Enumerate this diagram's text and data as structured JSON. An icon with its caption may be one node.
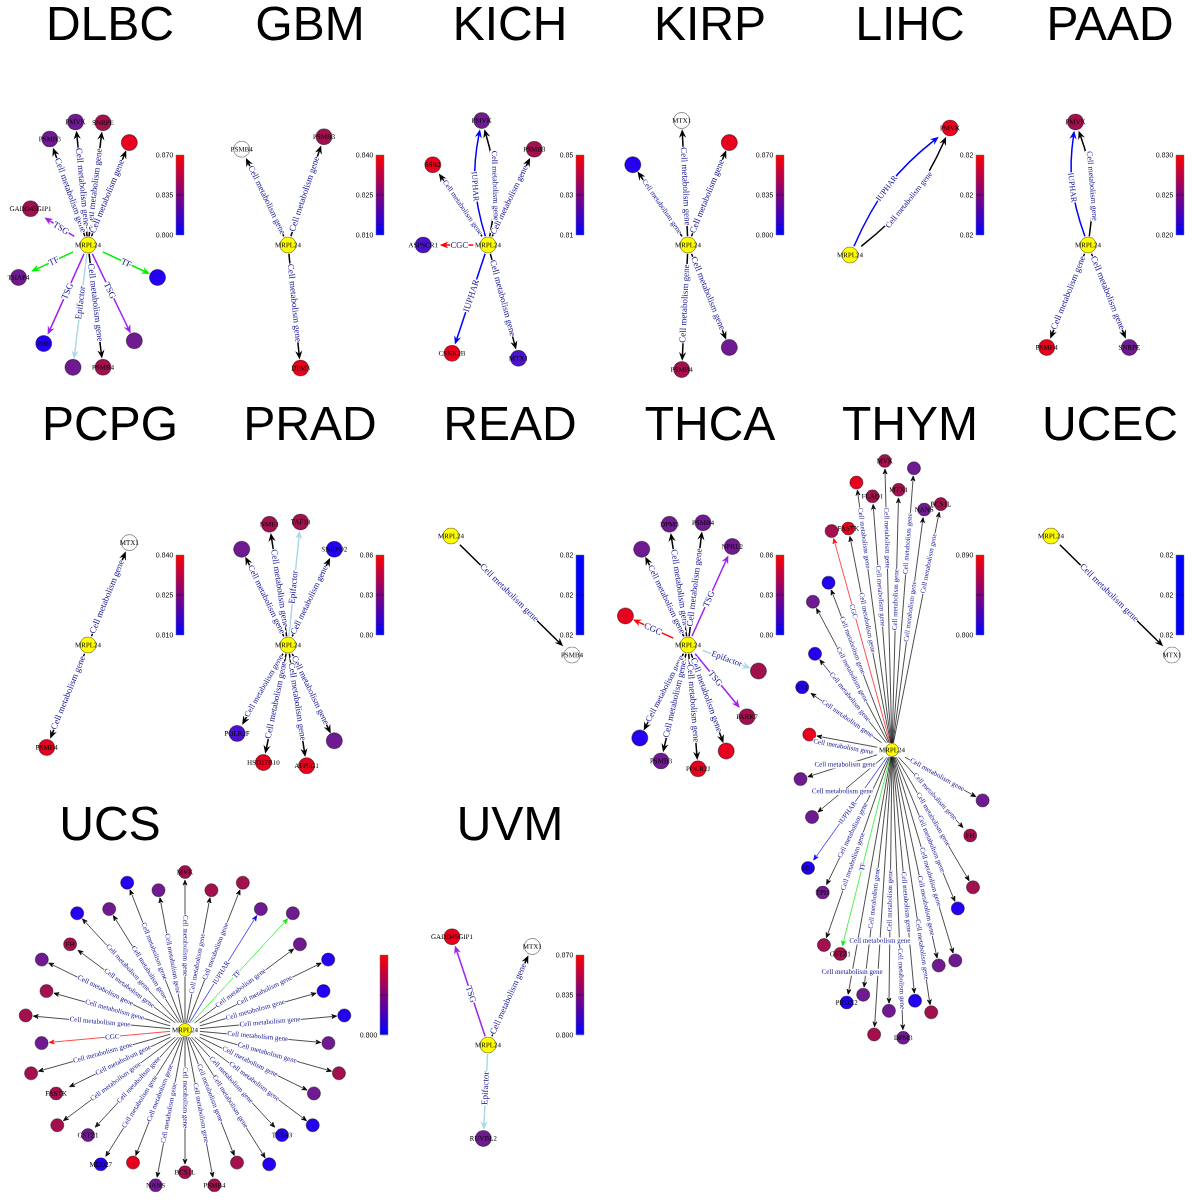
{
  "diagram": {
    "nodes": [
      {
        "text": [
          "MRPL24"
        ]
      },
      {
        "text": [
          "PSMB3"
        ]
      },
      {
        "text": [
          "SNRPE"
        ]
      },
      {
        "text": [
          "PMVK"
        ]
      },
      {
        "text": [],
        "shape": "circle"
      },
      {
        "text": [
          "GADD45GIP1"
        ]
      },
      {
        "text": [],
        "shape": "circle"
      },
      {
        "text": [
          "THAP4"
        ]
      },
      {
        "text": [],
        "shape": "circle"
      },
      {
        "text": [],
        "shape": "circle"
      },
      {
        "text": [
          "PHB"
        ]
      },
      {
        "text": [
          "PSMB4"
        ]
      },
      {
        "text": [
          "MRPL24"
        ]
      },
      {
        "text": [
          "PSMB3"
        ]
      },
      {
        "text": [
          "PSMB4"
        ]
      },
      {
        "text": [
          "DPM3"
        ]
      },
      {
        "text": [
          "MRPL24"
        ]
      },
      {
        "text": [
          "SSR2"
        ]
      },
      {
        "text": [
          "PSMB3"
        ]
      },
      {
        "text": [
          "PMVK"
        ]
      },
      {
        "text": [
          "ASPSCR1"
        ]
      },
      {
        "text": [
          "MTX1"
        ]
      },
      {
        "text": [
          "CSNK2B"
        ]
      },
      {
        "text": [
          "MRPL24"
        ]
      },
      {
        "text": [
          "MTX1"
        ]
      },
      {
        "text": [],
        "shape": "circle"
      },
      {
        "text": [],
        "shape": "circle"
      },
      {
        "text": [
          "PSMB4"
        ]
      },
      {
        "text": [],
        "shape": "circle"
      },
      {
        "text": [
          "MRPL24"
        ]
      },
      {
        "text": [
          "PMVK"
        ]
      },
      {
        "text": [
          "MRPL24"
        ]
      },
      {
        "text": [
          "PMVK"
        ]
      },
      {
        "text": [
          "PSMB4"
        ]
      },
      {
        "text": [
          "SNRPE"
        ]
      },
      {
        "text": [
          "MRPL24"
        ]
      },
      {
        "text": [
          "MTX1"
        ]
      },
      {
        "text": [
          "PSMB4"
        ]
      },
      {
        "text": [
          "MRPL24"
        ]
      },
      {
        "text": [
          "TAF10"
        ]
      },
      {
        "text": [
          "NME1"
        ]
      },
      {
        "text": [
          "SNRPD2"
        ]
      },
      {
        "text": [],
        "shape": "circle"
      },
      {
        "text": [],
        "shape": "circle"
      },
      {
        "text": [
          "POLR2F"
        ]
      },
      {
        "text": [
          "HSD17B10"
        ]
      },
      {
        "text": [
          "ATP5G1"
        ]
      },
      {
        "text": [
          "MRPL24"
        ]
      },
      {
        "text": [
          "PSMB4"
        ]
      },
      {
        "text": [
          "MRPL24"
        ]
      },
      {
        "text": [
          "DPM3"
        ]
      },
      {
        "text": [
          "PSMB4"
        ]
      },
      {
        "text": [
          "NPRL2"
        ]
      },
      {
        "text": [],
        "shape": "circle"
      },
      {
        "text": [],
        "shape": "circle"
      },
      {
        "text": [],
        "shape": "circle"
      },
      {
        "text": [],
        "shape": "circle"
      },
      {
        "text": [],
        "shape": "circle"
      },
      {
        "text": [
          "PSMB3"
        ]
      },
      {
        "text": [
          "POLR2J"
        ]
      },
      {
        "text": [
          "PARK7"
        ]
      },
      {
        "text": [
          "MRPL24"
        ]
      },
      {
        "text": [
          "FLAD1"
        ]
      },
      {
        "text": [
          "MTX1"
        ]
      },
      {
        "text": [],
        "shape": "circle"
      },
      {
        "text": [
          "NANS"
        ]
      },
      {
        "text": [
          "BCS1L"
        ]
      },
      {
        "text": [],
        "shape": "circle"
      },
      {
        "text": [],
        "shape": "circle"
      },
      {
        "text": [
          "FASTK"
        ]
      },
      {
        "text": [],
        "shape": "circle"
      },
      {
        "text": [],
        "shape": "circle"
      },
      {
        "text": [
          "MVK"
        ]
      },
      {
        "text": [
          "FH"
        ]
      },
      {
        "text": [],
        "shape": "circle"
      },
      {
        "text": [],
        "shape": "circle"
      },
      {
        "text": [],
        "shape": "circle"
      },
      {
        "text": [],
        "shape": "circle"
      },
      {
        "text": [],
        "shape": "circle"
      },
      {
        "text": [],
        "shape": "circle"
      },
      {
        "text": [],
        "shape": "circle"
      },
      {
        "text": [],
        "shape": "circle"
      },
      {
        "text": [],
        "shape": "circle"
      },
      {
        "text": [
          "TST"
        ]
      },
      {
        "text": [],
        "shape": "circle"
      },
      {
        "text": [],
        "shape": "circle"
      },
      {
        "text": [],
        "shape": "circle"
      },
      {
        "text": [],
        "shape": "circle"
      },
      {
        "text": [
          "MIF"
        ]
      },
      {
        "text": [
          "TPI1"
        ]
      },
      {
        "text": [
          "GSTZ1"
        ]
      },
      {
        "text": [
          "PRDX2"
        ]
      },
      {
        "text": [],
        "shape": "circle"
      },
      {
        "text": [],
        "shape": "circle"
      },
      {
        "text": [
          "DPM3"
        ]
      },
      {
        "text": [
          "MRPL24"
        ]
      },
      {
        "text": [
          "MTX1"
        ]
      },
      {
        "text": [
          "MRPL24"
        ]
      },
      {
        "text": [],
        "shape": "circle"
      },
      {
        "text": [],
        "shape": "circle"
      },
      {
        "text": [],
        "shape": "circle"
      },
      {
        "text": [],
        "shape": "circle"
      },
      {
        "text": [],
        "shape": "circle"
      },
      {
        "text": [],
        "shape": "circle"
      },
      {
        "text": [],
        "shape": "circle"
      },
      {
        "text": [
          "MVK"
        ]
      },
      {
        "text": [],
        "shape": "circle"
      },
      {
        "text": [],
        "shape": "circle"
      },
      {
        "text": [],
        "shape": "circle"
      },
      {
        "text": [],
        "shape": "circle"
      },
      {
        "text": [],
        "shape": "circle"
      },
      {
        "text": [],
        "shape": "circle"
      },
      {
        "text": [
          "FH"
        ]
      },
      {
        "text": [],
        "shape": "circle"
      },
      {
        "text": [],
        "shape": "circle"
      },
      {
        "text": [],
        "shape": "circle"
      },
      {
        "text": [],
        "shape": "circle"
      },
      {
        "text": [],
        "shape": "circle"
      },
      {
        "text": [],
        "shape": "circle"
      },
      {
        "text": [],
        "shape": "circle"
      },
      {
        "text": [],
        "shape": "circle"
      },
      {
        "text": [
          "FASTK"
        ]
      },
      {
        "text": [
          "GSTZ1"
        ]
      },
      {
        "text": [
          "MED27"
        ]
      },
      {
        "text": [],
        "shape": "circle"
      },
      {
        "text": [
          "NANS"
        ]
      },
      {
        "text": [
          "BCS1L"
        ]
      },
      {
        "text": [
          "PSMB4"
        ]
      },
      {
        "text": [
          "TSTA3"
        ]
      },
      {
        "text": [],
        "shape": "circle"
      },
      {
        "text": [],
        "shape": "circle"
      },
      {
        "text": [],
        "shape": "circle"
      },
      {
        "text": [
          "MRPL24"
        ]
      },
      {
        "text": [
          "GADD45GIP1"
        ]
      },
      {
        "text": [
          "MTX1"
        ]
      },
      {
        "text": [
          "RUVBL2"
        ]
      }
    ],
    "edges": [
      {
        "from": 0,
        "to": 1,
        "arrow": "to",
        "label": "Cell metabolism gene"
      },
      {
        "from": 0,
        "to": 2,
        "arrow": "to",
        "label": "Cell metabolism gene"
      },
      {
        "from": 0,
        "to": 3,
        "arrow": "to",
        "label": "Cell metabolism gene"
      },
      {
        "from": 0,
        "to": 4,
        "arrow": "to",
        "label": "Cell metabolism gene"
      },
      {
        "from": 0,
        "to": 5,
        "arrow": "to",
        "label": "TSG",
        "color": "#a020f0"
      },
      {
        "from": 0,
        "to": 6,
        "arrow": "to",
        "label": "TF",
        "color": "#00ee00"
      },
      {
        "from": 0,
        "to": 7,
        "arrow": "to",
        "label": "TF",
        "color": "#00ee00"
      },
      {
        "from": 0,
        "to": 8,
        "arrow": "to",
        "label": "Epifactor",
        "color": "#add8e6"
      },
      {
        "from": 0,
        "to": 9,
        "arrow": "to",
        "label": "TSG",
        "color": "#a020f0"
      },
      {
        "from": 0,
        "to": 10,
        "arrow": "to",
        "label": "TSG",
        "color": "#a020f0"
      },
      {
        "from": 0,
        "to": 11,
        "arrow": "to",
        "label": "Cell metabolism gene"
      },
      {
        "from": 12,
        "to": 13,
        "arrow": "to",
        "label": "Cell metabolism gene"
      },
      {
        "from": 12,
        "to": 14,
        "arrow": "to",
        "label": "Cell metabolism gene"
      },
      {
        "from": 12,
        "to": 15,
        "arrow": "to",
        "label": "Cell metabolism gene"
      },
      {
        "from": 16,
        "to": 17,
        "arrow": "to",
        "label": "Cell metabolism gene"
      },
      {
        "from": 16,
        "to": 18,
        "arrow": "to",
        "label": "Cell metabolism gene"
      },
      {
        "from": 16,
        "to": 19,
        "arrow": "to",
        "label": "IUPHAR",
        "color": "#0000ff"
      },
      {
        "from": 16,
        "to": 19,
        "arrow": "to",
        "label": "Cell metabolism gene"
      },
      {
        "from": 16,
        "to": 20,
        "arrow": "to",
        "label": "CGC",
        "color": "#ff0000"
      },
      {
        "from": 16,
        "to": 21,
        "arrow": "to",
        "label": "Cell metabolism gene"
      },
      {
        "from": 16,
        "to": 22,
        "arrow": "to",
        "label": "IUPHAR",
        "color": "#0000ff"
      },
      {
        "from": 23,
        "to": 24,
        "arrow": "to",
        "label": "Cell metabolism gene"
      },
      {
        "from": 23,
        "to": 25,
        "arrow": "to",
        "label": "Cell metabolism gene"
      },
      {
        "from": 23,
        "to": 26,
        "arrow": "to",
        "label": "Cell metabolism gene"
      },
      {
        "from": 23,
        "to": 27,
        "arrow": "to",
        "label": "Cell metabolism gene"
      },
      {
        "from": 23,
        "to": 28,
        "arrow": "to",
        "label": "Cell metabolism gene"
      },
      {
        "from": 29,
        "to": 30,
        "arrow": "to",
        "label": "IUPHAR",
        "color": "#0000ff"
      },
      {
        "from": 29,
        "to": 30,
        "arrow": "to",
        "label": "Cell metabolism gene"
      },
      {
        "from": 31,
        "to": 32,
        "arrow": "to",
        "label": "IUPHAR",
        "color": "#0000ff"
      },
      {
        "from": 31,
        "to": 32,
        "arrow": "to",
        "label": "Cell metabolism gene"
      },
      {
        "from": 31,
        "to": 33,
        "arrow": "to",
        "label": "Cell metabolism gene"
      },
      {
        "from": 31,
        "to": 34,
        "arrow": "to",
        "label": "Cell metabolism gene"
      },
      {
        "from": 35,
        "to": 36,
        "arrow": "to",
        "label": "Cell metabolism gene"
      },
      {
        "from": 35,
        "to": 37,
        "arrow": "to",
        "label": "Cell metabolism gene"
      },
      {
        "from": 38,
        "to": 39,
        "arrow": "to",
        "label": "Epifactor",
        "color": "#add8e6"
      },
      {
        "from": 38,
        "to": 40,
        "arrow": "to",
        "label": "Cell metabolism gene"
      },
      {
        "from": 38,
        "to": 41,
        "arrow": "to",
        "label": "Cell metabolism gene"
      },
      {
        "from": 38,
        "to": 42,
        "arrow": "to",
        "label": "Cell metabolism gene"
      },
      {
        "from": 38,
        "to": 43,
        "arrow": "to",
        "label": "Cell metabolism gene"
      },
      {
        "from": 38,
        "to": 44,
        "arrow": "to",
        "label": "Cell metabolism gene"
      },
      {
        "from": 38,
        "to": 45,
        "arrow": "to",
        "label": "Cell metabolism gene"
      },
      {
        "from": 38,
        "to": 46,
        "arrow": "to",
        "label": "Cell metabolism gene"
      },
      {
        "from": 47,
        "to": 48,
        "arrow": "to",
        "label": "Cell metabolism gene"
      },
      {
        "from": 49,
        "to": 50,
        "arrow": "to",
        "label": "Cell metabolism gene"
      },
      {
        "from": 49,
        "to": 51,
        "arrow": "to",
        "label": "Cell metabolism gene"
      },
      {
        "from": 49,
        "to": 52,
        "arrow": "to",
        "label": "TSG",
        "color": "#a020f0"
      },
      {
        "from": 49,
        "to": 53,
        "arrow": "to",
        "label": "CGC",
        "color": "#ff0000"
      },
      {
        "from": 49,
        "to": 54,
        "arrow": "to",
        "label": "Cell metabolism gene"
      },
      {
        "from": 49,
        "to": 55,
        "arrow": "to",
        "label": "Cell metabolism gene"
      },
      {
        "from": 49,
        "to": 56,
        "arrow": "to",
        "label": "Cell metabolism gene"
      },
      {
        "from": 49,
        "to": 57,
        "arrow": "to",
        "label": "Epifactor",
        "color": "#add8e6"
      },
      {
        "from": 49,
        "to": 58,
        "arrow": "to",
        "label": "Cell metabolism gene"
      },
      {
        "from": 49,
        "to": 59,
        "arrow": "to",
        "label": "Cell metabolism gene"
      },
      {
        "from": 49,
        "to": 60,
        "arrow": "to",
        "label": "TSG",
        "color": "#a020f0"
      },
      {
        "from": 61,
        "to": 62,
        "arrow": "to",
        "label": "Cell metabolism gene"
      },
      {
        "from": 61,
        "to": 63,
        "arrow": "to",
        "label": "Cell metabolism gene"
      },
      {
        "from": 61,
        "to": 64,
        "arrow": "to",
        "label": "Cell metabolism gene"
      },
      {
        "from": 61,
        "to": 65,
        "arrow": "to",
        "label": "Cell metabolism gene"
      },
      {
        "from": 61,
        "to": 66,
        "arrow": "to",
        "label": "Cell metabolism gene"
      },
      {
        "from": 61,
        "to": 67,
        "arrow": "to",
        "label": "Cell metabolism gene"
      },
      {
        "from": 61,
        "to": 68,
        "arrow": "to",
        "label": "Cell metabolism gene"
      },
      {
        "from": 61,
        "to": 69,
        "arrow": "to",
        "label": "Cell metabolism gene"
      },
      {
        "from": 61,
        "to": 70,
        "arrow": "to",
        "label": "Cell metabolism gene"
      },
      {
        "from": 61,
        "to": 71,
        "arrow": "to",
        "label": "CGC",
        "color": "#ff0000"
      },
      {
        "from": 61,
        "to": 72,
        "arrow": "to",
        "label": "Cell metabolism gene"
      },
      {
        "from": 61,
        "to": 73,
        "arrow": "to",
        "label": "Cell metabolism gene"
      },
      {
        "from": 61,
        "to": 74,
        "arrow": "to",
        "label": "Cell metabolism gene"
      },
      {
        "from": 61,
        "to": 75,
        "arrow": "to",
        "label": "Cell metabolism gene"
      },
      {
        "from": 61,
        "to": 76,
        "arrow": "to",
        "label": "Cell metabolism gene"
      },
      {
        "from": 61,
        "to": 77,
        "arrow": "to",
        "label": "Cell metabolism gene"
      },
      {
        "from": 61,
        "to": 78,
        "arrow": "to",
        "label": "Cell metabolism gene"
      },
      {
        "from": 61,
        "to": 79,
        "arrow": "to",
        "label": "Cell metabolism gene"
      },
      {
        "from": 61,
        "to": 80,
        "arrow": "to",
        "label": "Cell metabolism gene"
      },
      {
        "from": 61,
        "to": 81,
        "arrow": "to",
        "label": "Cell metabolism gene"
      },
      {
        "from": 61,
        "to": 82,
        "arrow": "to",
        "label": "Cell metabolism gene"
      },
      {
        "from": 61,
        "to": 83,
        "arrow": "to",
        "label": "Cell metabolism gene"
      },
      {
        "from": 61,
        "to": 84,
        "arrow": "to",
        "label": "Cell metabolism gene"
      },
      {
        "from": 61,
        "to": 85,
        "arrow": "to",
        "label": "Cell metabolism gene"
      },
      {
        "from": 61,
        "to": 86,
        "arrow": "to",
        "label": "Cell metabolism gene"
      },
      {
        "from": 61,
        "to": 87,
        "arrow": "to",
        "label": "Cell metabolism gene"
      },
      {
        "from": 61,
        "to": 88,
        "arrow": "to",
        "label": "IUPHAR",
        "color": "#0000ff"
      },
      {
        "from": 61,
        "to": 89,
        "arrow": "to",
        "label": "Cell metabolism gene"
      },
      {
        "from": 61,
        "to": 90,
        "arrow": "to",
        "label": "TF",
        "color": "#00ee00"
      },
      {
        "from": 61,
        "to": 91,
        "arrow": "to",
        "label": "Cell metabolism gene"
      },
      {
        "from": 61,
        "to": 92,
        "arrow": "to",
        "label": "Cell metabolism gene"
      },
      {
        "from": 61,
        "to": 93,
        "arrow": "to",
        "label": "Cell metabolism gene"
      },
      {
        "from": 61,
        "to": 94,
        "arrow": "to",
        "label": "Cell metabolism gene"
      },
      {
        "from": 95,
        "to": 96,
        "arrow": "to",
        "label": "Cell metabolism gene"
      },
      {
        "from": 97,
        "to": 98,
        "arrow": "to",
        "label": "Cell metabolism gene"
      },
      {
        "from": 97,
        "to": 99,
        "arrow": "to",
        "label": "Cell metabolism gene"
      },
      {
        "from": 97,
        "to": 100,
        "arrow": "to",
        "label": "Cell metabolism gene"
      },
      {
        "from": 97,
        "to": 101,
        "arrow": "to",
        "label": "Cell metabolism gene"
      },
      {
        "from": 97,
        "to": 102,
        "arrow": "to",
        "label": "IUPHAR",
        "color": "#0000ff"
      },
      {
        "from": 97,
        "to": 103,
        "arrow": "to",
        "label": "Cell metabolism gene"
      },
      {
        "from": 97,
        "to": 104,
        "arrow": "to",
        "label": "Cell metabolism gene"
      },
      {
        "from": 97,
        "to": 105,
        "arrow": "to",
        "label": "Cell metabolism gene"
      },
      {
        "from": 97,
        "to": 106,
        "arrow": "to",
        "label": "TF",
        "color": "#00ee00"
      },
      {
        "from": 97,
        "to": 107,
        "arrow": "to",
        "label": "Cell metabolism gene"
      },
      {
        "from": 97,
        "to": 108,
        "arrow": "to",
        "label": "Cell metabolism gene"
      },
      {
        "from": 97,
        "to": 109,
        "arrow": "to",
        "label": "Cell metabolism gene"
      },
      {
        "from": 97,
        "to": 110,
        "arrow": "to",
        "label": "Cell metabolism gene"
      },
      {
        "from": 97,
        "to": 111,
        "arrow": "to",
        "label": "Cell metabolism gene"
      },
      {
        "from": 97,
        "to": 112,
        "arrow": "to",
        "label": "Cell metabolism gene"
      },
      {
        "from": 97,
        "to": 113,
        "arrow": "to",
        "label": "Cell metabolism gene"
      },
      {
        "from": 97,
        "to": 114,
        "arrow": "to",
        "label": "Cell metabolism gene"
      },
      {
        "from": 97,
        "to": 115,
        "arrow": "to",
        "label": "CGC",
        "color": "#ff0000"
      },
      {
        "from": 97,
        "to": 116,
        "arrow": "to",
        "label": "Cell metabolism gene"
      },
      {
        "from": 97,
        "to": 117,
        "arrow": "to",
        "label": "Cell metabolism gene"
      },
      {
        "from": 97,
        "to": 118,
        "arrow": "to",
        "label": "Cell metabolism gene"
      },
      {
        "from": 97,
        "to": 119,
        "arrow": "to",
        "label": "Cell metabolism gene"
      },
      {
        "from": 97,
        "to": 120,
        "arrow": "to",
        "label": "Cell metabolism gene"
      },
      {
        "from": 97,
        "to": 121,
        "arrow": "to",
        "label": "Cell metabolism gene"
      },
      {
        "from": 97,
        "to": 122,
        "arrow": "to",
        "label": "Cell metabolism gene"
      },
      {
        "from": 97,
        "to": 123,
        "arrow": "to",
        "label": "Cell metabolism gene"
      },
      {
        "from": 97,
        "to": 124,
        "arrow": "to",
        "label": "Cell metabolism gene"
      },
      {
        "from": 97,
        "to": 125,
        "arrow": "to",
        "label": "Cell metabolism gene"
      },
      {
        "from": 97,
        "to": 126,
        "arrow": "to",
        "label": "Cell metabolism gene"
      },
      {
        "from": 97,
        "to": 127,
        "arrow": "to",
        "label": "Cell metabolism gene"
      },
      {
        "from": 97,
        "to": 128,
        "arrow": "to",
        "label": "Cell metabolism gene"
      },
      {
        "from": 97,
        "to": 129,
        "arrow": "to",
        "label": "Cell metabolism gene"
      },
      {
        "from": 97,
        "to": 130,
        "arrow": "to",
        "label": "Cell metabolism gene"
      },
      {
        "from": 97,
        "to": 131,
        "arrow": "to",
        "label": "Cell metabolism gene"
      },
      {
        "from": 132,
        "to": 133,
        "arrow": "to",
        "label": "TSG",
        "color": "#a020f0"
      },
      {
        "from": 132,
        "to": 134,
        "arrow": "to",
        "label": "Cell metabolism gene"
      },
      {
        "from": 132,
        "to": 135,
        "arrow": "to",
        "label": "Epifactor",
        "color": "#add8e6"
      }
    ],
    "labels": [
      "DLBC",
      "0.870",
      "0.835",
      "0.800",
      "GBM",
      "0.840",
      "0.825",
      "0.810",
      "KICH",
      "0.85",
      "0.83",
      "0.81",
      "KIRP",
      "0.870",
      "0.835",
      "0.800",
      "LIHC",
      "0.82",
      "0.82",
      "0.82",
      "PAAD",
      "0.830",
      "0.825",
      "0.820",
      "PCPG",
      "0.840",
      "0.825",
      "0.810",
      "PRAD",
      "0.86",
      "0.83",
      "0.80",
      "READ",
      "0.82",
      "0.82",
      "0.82",
      "THCA",
      "0.86",
      "0.83",
      "0.80",
      "THYM",
      "0.890",
      "0.800",
      "UCEC",
      "0.82",
      "0.82",
      "0.82",
      "UCS",
      "0.800",
      "UVM",
      "0.870",
      "0.835",
      "0.800"
    ]
  }
}
